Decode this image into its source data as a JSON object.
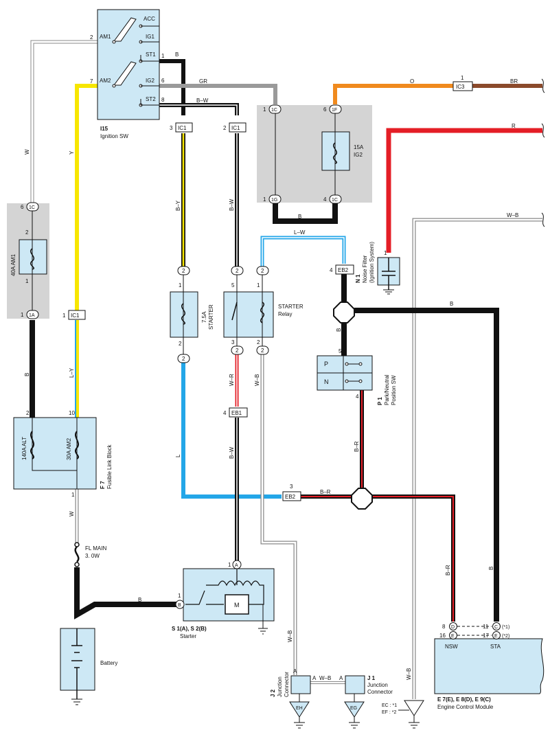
{
  "colors": {
    "component_fill": "#cde8f5",
    "box_gray": "#d4d4d4",
    "wire_black": "#111111",
    "wire_yellow": "#f7e600",
    "wire_gray": "#9a9a9a",
    "wire_orange": "#f08a1e",
    "wire_brown": "#8b4a2b",
    "wire_red": "#e41e26",
    "wire_blue": "#23a6e8",
    "wire_white_outline": "#888888"
  },
  "ignition_sw": {
    "code": "I15",
    "name": "Ignition SW",
    "terminals": {
      "acc": "ACC",
      "am1": "AM1",
      "ig1": "IG1",
      "st1": "ST1",
      "am2": "AM2",
      "ig2": "IG2",
      "st2": "ST2"
    },
    "pins": {
      "am1": "2",
      "am2": "7",
      "st1": "1",
      "ig2": "6",
      "st2": "8"
    }
  },
  "wires": {
    "b": "B",
    "gr": "GR",
    "bw": "B–W",
    "w": "W",
    "y": "Y",
    "o": "O",
    "br": "BR",
    "r": "R",
    "wb": "W–B",
    "by": "B–Y",
    "lw": "L–W",
    "ly": "L–Y",
    "wr": "W–R",
    "l": "L",
    "br2": "B–R"
  },
  "connectors": {
    "ic1": "IC1",
    "ic3": "IC3",
    "eb1": "EB1",
    "eb2": "EB2",
    "c1c": "1C",
    "c1g": "1G",
    "c1f": "1F",
    "c1a": "1A",
    "eh": "EH",
    "eg": "EG",
    "a": "A",
    "b": "B",
    "c": "C",
    "d": "D",
    "e": "E"
  },
  "pin_numbers": {
    "n1": "1",
    "n2": "2",
    "n3": "3",
    "n4": "4",
    "n5": "5",
    "n6": "6",
    "n8": "8",
    "n10": "10",
    "n11": "11",
    "n16": "16",
    "n17": "17"
  },
  "fuse_ig2": {
    "rating": "15A",
    "name": "IG2"
  },
  "fuse_am1": {
    "label": "40A AM1"
  },
  "fuse_starter": {
    "rating": "7.5A",
    "name": "STARTER"
  },
  "starter_relay": {
    "name": "STARTER",
    "sub": "Relay"
  },
  "noise_filter": {
    "code": "N 1",
    "name": "Noise Filter",
    "sub": "(Ignition System)"
  },
  "park_neutral": {
    "code": "P 1",
    "name": "Park/Neutral",
    "sub": "Position SW",
    "p": "P",
    "n": "N"
  },
  "fusible_link": {
    "code": "F 7",
    "name": "Fusible Link Block",
    "alt": "140A ALT",
    "am2": "30A AM2"
  },
  "fl_main": {
    "name": "FL MAIN",
    "size": "3. 0W"
  },
  "starter": {
    "code": "S 1(A), S 2(B)",
    "name": "Starter",
    "motor": "M"
  },
  "battery": {
    "name": "Battery"
  },
  "junction_j1": {
    "code": "J 1",
    "name": "Junction",
    "sub": "Connector"
  },
  "junction_j2": {
    "code": "J 2",
    "name": "Junction",
    "sub": "Connector"
  },
  "ecm": {
    "code": "E 7(E), E 8(D), E 9(C)",
    "name": "Engine Control Module",
    "nsw": "NSW",
    "sta": "STA",
    "note1": "(*1)",
    "note2": "(*2)",
    "ec": "EC : *1",
    "ef": "EF : *2"
  }
}
